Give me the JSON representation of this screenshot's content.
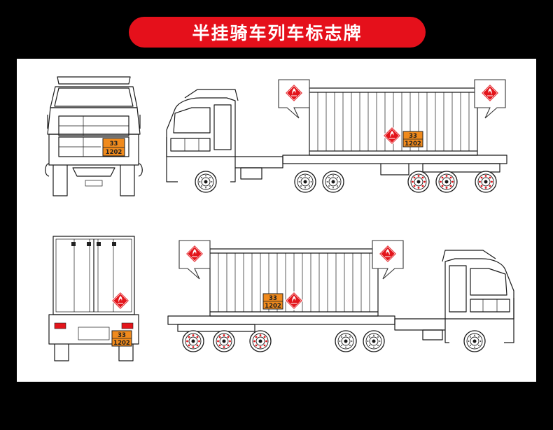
{
  "title": "半挂骑车列车标志牌",
  "placard": {
    "hazard_code": "33",
    "un_number": "1202"
  },
  "colors": {
    "banner": "#e5101b",
    "background": "#000000",
    "canvas": "#ffffff",
    "hazard_red": "#e3151b",
    "plate_orange": "#f08a1c",
    "line": "#1a1a1a"
  },
  "icons": [
    "flammable-diamond-icon"
  ]
}
